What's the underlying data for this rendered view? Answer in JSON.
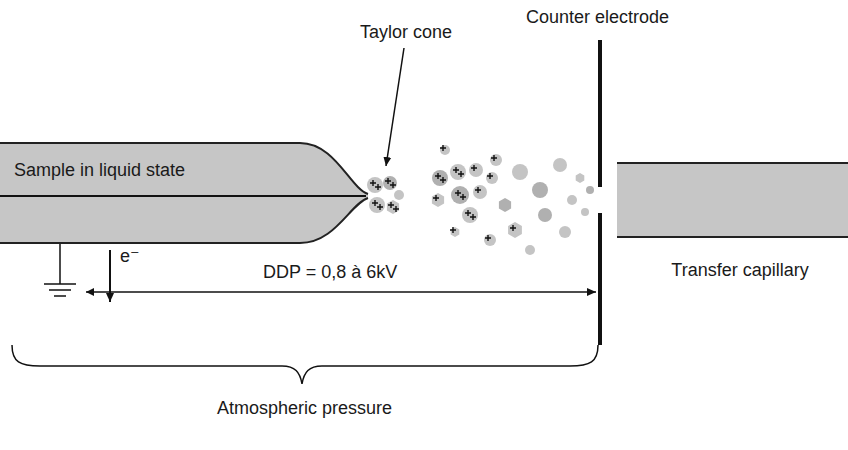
{
  "diagram": {
    "nodes": [
      {
        "text": [
          "Sample in liquid state"
        ]
      },
      {
        "text": [
          "Transfer capillary"
        ]
      }
    ],
    "labels": [
      "Counter electrode",
      "Taylor cone",
      "e⁻",
      "DDP = 0,8 à 6kV",
      "Atmospheric pressure"
    ]
  }
}
